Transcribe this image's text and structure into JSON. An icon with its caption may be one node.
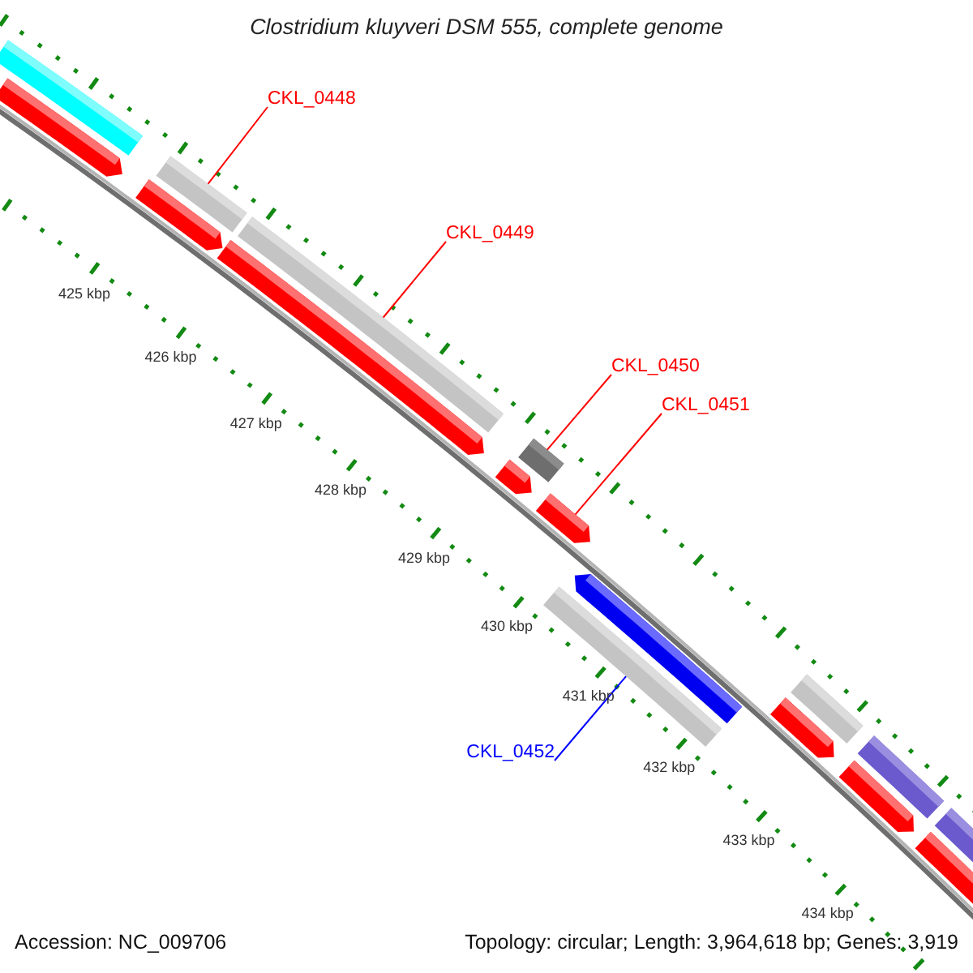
{
  "diagram": {
    "title": "Clostridium kluyveri DSM 555, complete genome",
    "nodes": [
      {
        "text": [
          "CKL_0448"
        ]
      },
      {
        "text": [],
        "shape": "bar"
      },
      {
        "text": [
          "CKL_0449"
        ]
      },
      {
        "text": [],
        "shape": "bar"
      },
      {
        "text": [
          "CKL_0450"
        ]
      },
      {
        "text": [],
        "shape": "box"
      },
      {
        "text": [
          "CKL_0451"
        ]
      },
      {
        "text": [],
        "shape": "arrow"
      },
      {
        "text": [
          "CKL_0452"
        ]
      },
      {
        "text": [],
        "shape": "bar"
      }
    ],
    "edges": [
      {
        "from": 0,
        "to": 1,
        "arrow": "none"
      },
      {
        "from": 2,
        "to": 3,
        "arrow": "none"
      },
      {
        "from": 4,
        "to": 5,
        "arrow": "none"
      },
      {
        "from": 6,
        "to": 7,
        "arrow": "none"
      },
      {
        "from": 8,
        "to": 9,
        "arrow": "none",
        "color": "#0000ff"
      }
    ],
    "labels": [
      "425 kbp",
      "426 kbp",
      "427 kbp",
      "428 kbp",
      "429 kbp",
      "430 kbp",
      "431 kbp",
      "432 kbp",
      "433 kbp",
      "434 kbp",
      "Accession: NC_009706",
      "Topology: circular; Length: 3,964,618 bp; Genes: 3,919"
    ]
  }
}
